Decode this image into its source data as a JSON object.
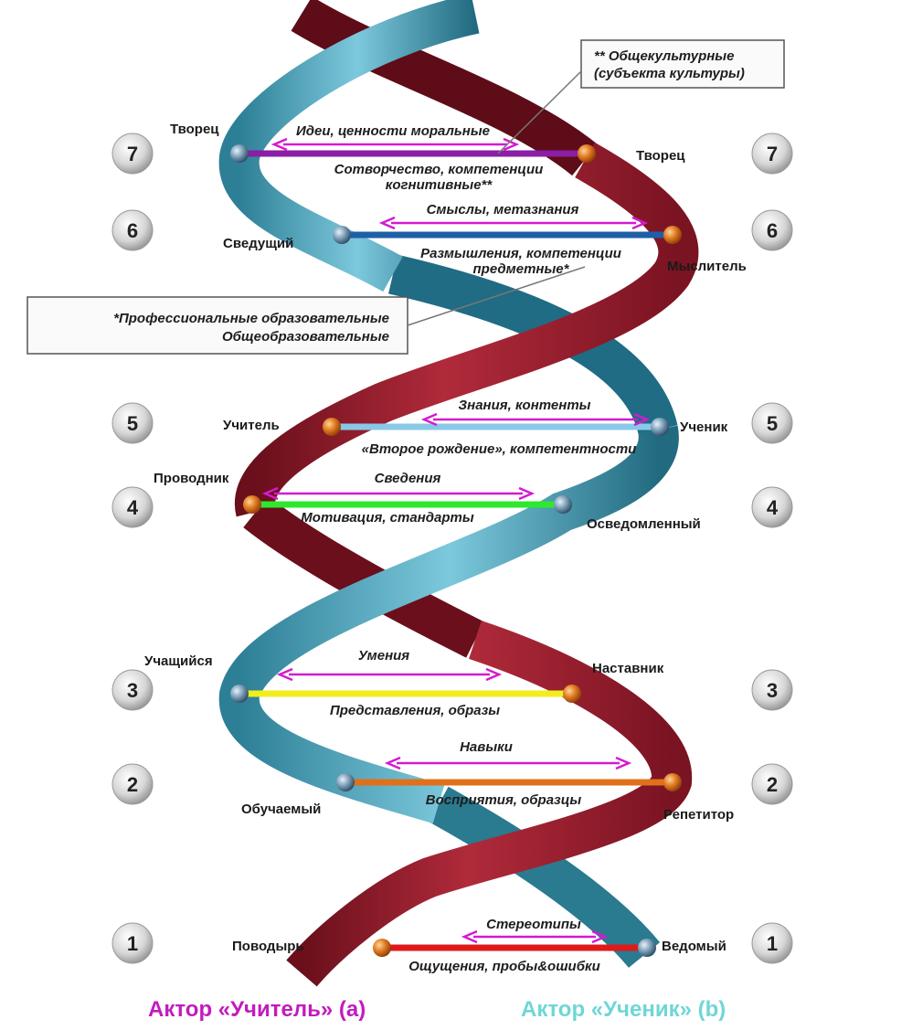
{
  "colors": {
    "red_strand": "#9b1c2c",
    "red_dark": "#6a0f1b",
    "teal_strand": "#4aa9c0",
    "teal_dark": "#1f6c84",
    "arrow": "#d41ad0",
    "actor_teacher": "#c21bbf",
    "actor_student": "#6fd6d6"
  },
  "notes": {
    "cultural_line1": "** Общекультурные",
    "cultural_line2": "(субъекта культуры)",
    "professional_line1": "*Профессиональные образовательные",
    "professional_line2": "Общеобразовательные"
  },
  "levels": [
    {
      "number": "7",
      "left_role": "Творец",
      "right_role": "Творец",
      "upper_label": "Идеи, ценности моральные",
      "lower_label_1": "Сотворчество, компетенции",
      "lower_label_2": "когнитивные**",
      "bar_color": "#8a1ea4"
    },
    {
      "number": "6",
      "left_role": "Сведущий",
      "right_role": "Мыслитель",
      "upper_label": "Смыслы, метазнания",
      "lower_label_1": "Размышления, компетенции",
      "lower_label_2": "предметные*",
      "bar_color": "#1e5fa8"
    },
    {
      "number": "5",
      "left_role": "Учитель",
      "right_role": "Ученик",
      "upper_label": "Знания, контенты",
      "lower_label_1": "«Второе рождение», компетентности",
      "lower_label_2": "",
      "bar_color": "#8ac8e8"
    },
    {
      "number": "4",
      "left_role": "Проводник",
      "right_role": "Осведомленный",
      "upper_label": "Сведения",
      "lower_label_1": "Мотивация, стандарты",
      "lower_label_2": "",
      "bar_color": "#2ee82e"
    },
    {
      "number": "3",
      "left_role": "Учащийся",
      "right_role": "Наставник",
      "upper_label": "Умения",
      "lower_label_1": "Представления, образы",
      "lower_label_2": "",
      "bar_color": "#f2ee1e"
    },
    {
      "number": "2",
      "left_role": "Обучаемый",
      "right_role": "Репетитор",
      "upper_label": "Навыки",
      "lower_label_1": "Восприятия, образцы",
      "lower_label_2": "",
      "bar_color": "#e0701a"
    },
    {
      "number": "1",
      "left_role": "Поводырь",
      "right_role": "Ведомый",
      "upper_label": "Стереотипы",
      "lower_label_1": "Ощущения, пробы&ошибки",
      "lower_label_2": "",
      "bar_color": "#e01a1a"
    }
  ],
  "actors": {
    "teacher": "Актор «Учитель» (а)",
    "student": "Актор «Ученик» (b)"
  }
}
